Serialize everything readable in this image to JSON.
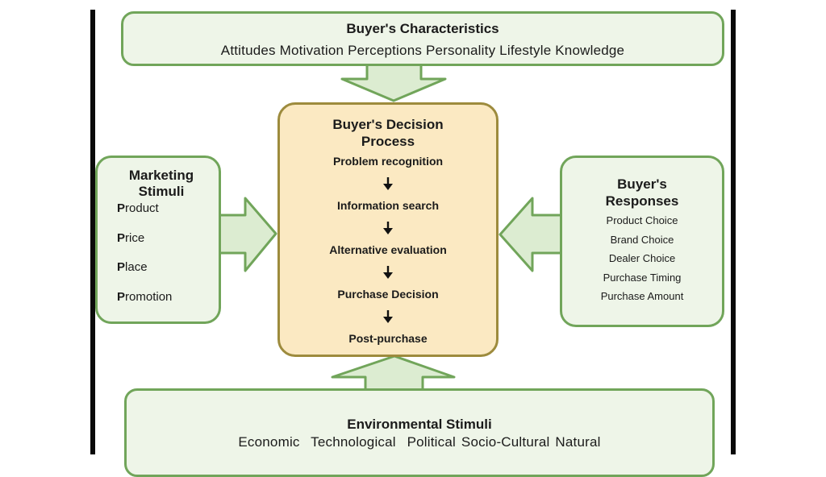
{
  "buyer_characteristics": {
    "title": "Buyer's Characteristics",
    "items": "Attitudes Motivation Perceptions Personality Lifestyle Knowledge"
  },
  "decision_process": {
    "title_line1": "Buyer's Decision",
    "title_line2": "Process",
    "steps": [
      "Problem recognition",
      "Information search",
      "Alternative evaluation",
      "Purchase Decision",
      "Post-purchase"
    ]
  },
  "marketing_stimuli": {
    "title_line1": "Marketing",
    "title_line2": "Stimuli",
    "items": [
      {
        "initial": "P",
        "rest": "roduct"
      },
      {
        "initial": "P",
        "rest": "rice"
      },
      {
        "initial": "P",
        "rest": "lace"
      },
      {
        "initial": "P",
        "rest": "romotion"
      }
    ]
  },
  "buyer_responses": {
    "title_line1": "Buyer's",
    "title_line2": "Responses",
    "items": [
      "Product Choice",
      "Brand Choice",
      "Dealer Choice",
      "Purchase Timing",
      "Purchase Amount"
    ]
  },
  "environmental_stimuli": {
    "title": "Environmental Stimuli",
    "items": "Economic  Technological  Political Socio-Cultural Natural"
  },
  "colors": {
    "box_fill": "#eef5e8",
    "box_border": "#71a55a",
    "arrow_fill": "#dcecd1",
    "center_fill": "#fbe9c2",
    "center_border": "#9d8b3d"
  }
}
